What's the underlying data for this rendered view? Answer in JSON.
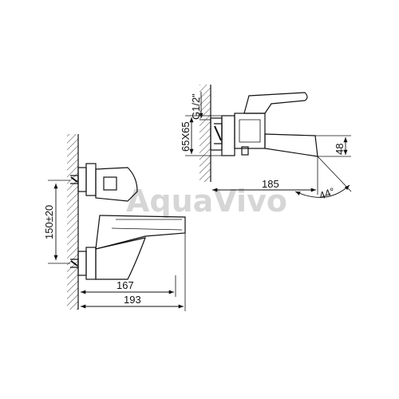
{
  "watermark": "AquaVivo",
  "front_view": {
    "dim_height": "150±20",
    "dim_inner_width": "167",
    "dim_outer_width": "193"
  },
  "side_view": {
    "dim_thread": "G1/2\"",
    "dim_flange": "65X65",
    "dim_spout_height": "48",
    "dim_spout_reach": "185",
    "dim_angle": "44°"
  }
}
